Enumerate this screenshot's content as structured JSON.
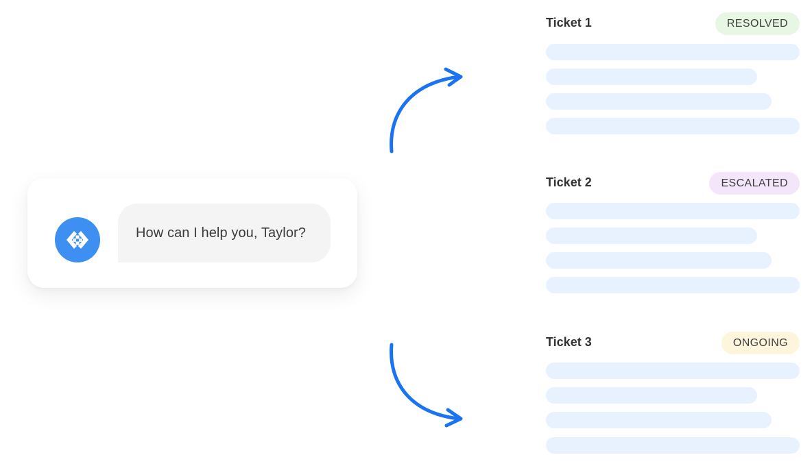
{
  "chat": {
    "avatar_icon": "assistant-logo-icon",
    "message": "How can I help you, Taylor?"
  },
  "arrows": {
    "color": "#1a73f0",
    "upper_icon": "curved-arrow-up-right-icon",
    "lower_icon": "curved-arrow-down-right-icon"
  },
  "tickets": [
    {
      "title": "Ticket 1",
      "status": "RESOLVED",
      "status_color": "#e8f7e4"
    },
    {
      "title": "Ticket 2",
      "status": "ESCALATED",
      "status_color": "#f3e6fa"
    },
    {
      "title": "Ticket 3",
      "status": "ONGOING",
      "status_color": "#fdf6dc"
    }
  ],
  "colors": {
    "accent": "#3d8ff2",
    "skeleton": "#e8f2fe",
    "bubble": "#f4f4f4"
  }
}
